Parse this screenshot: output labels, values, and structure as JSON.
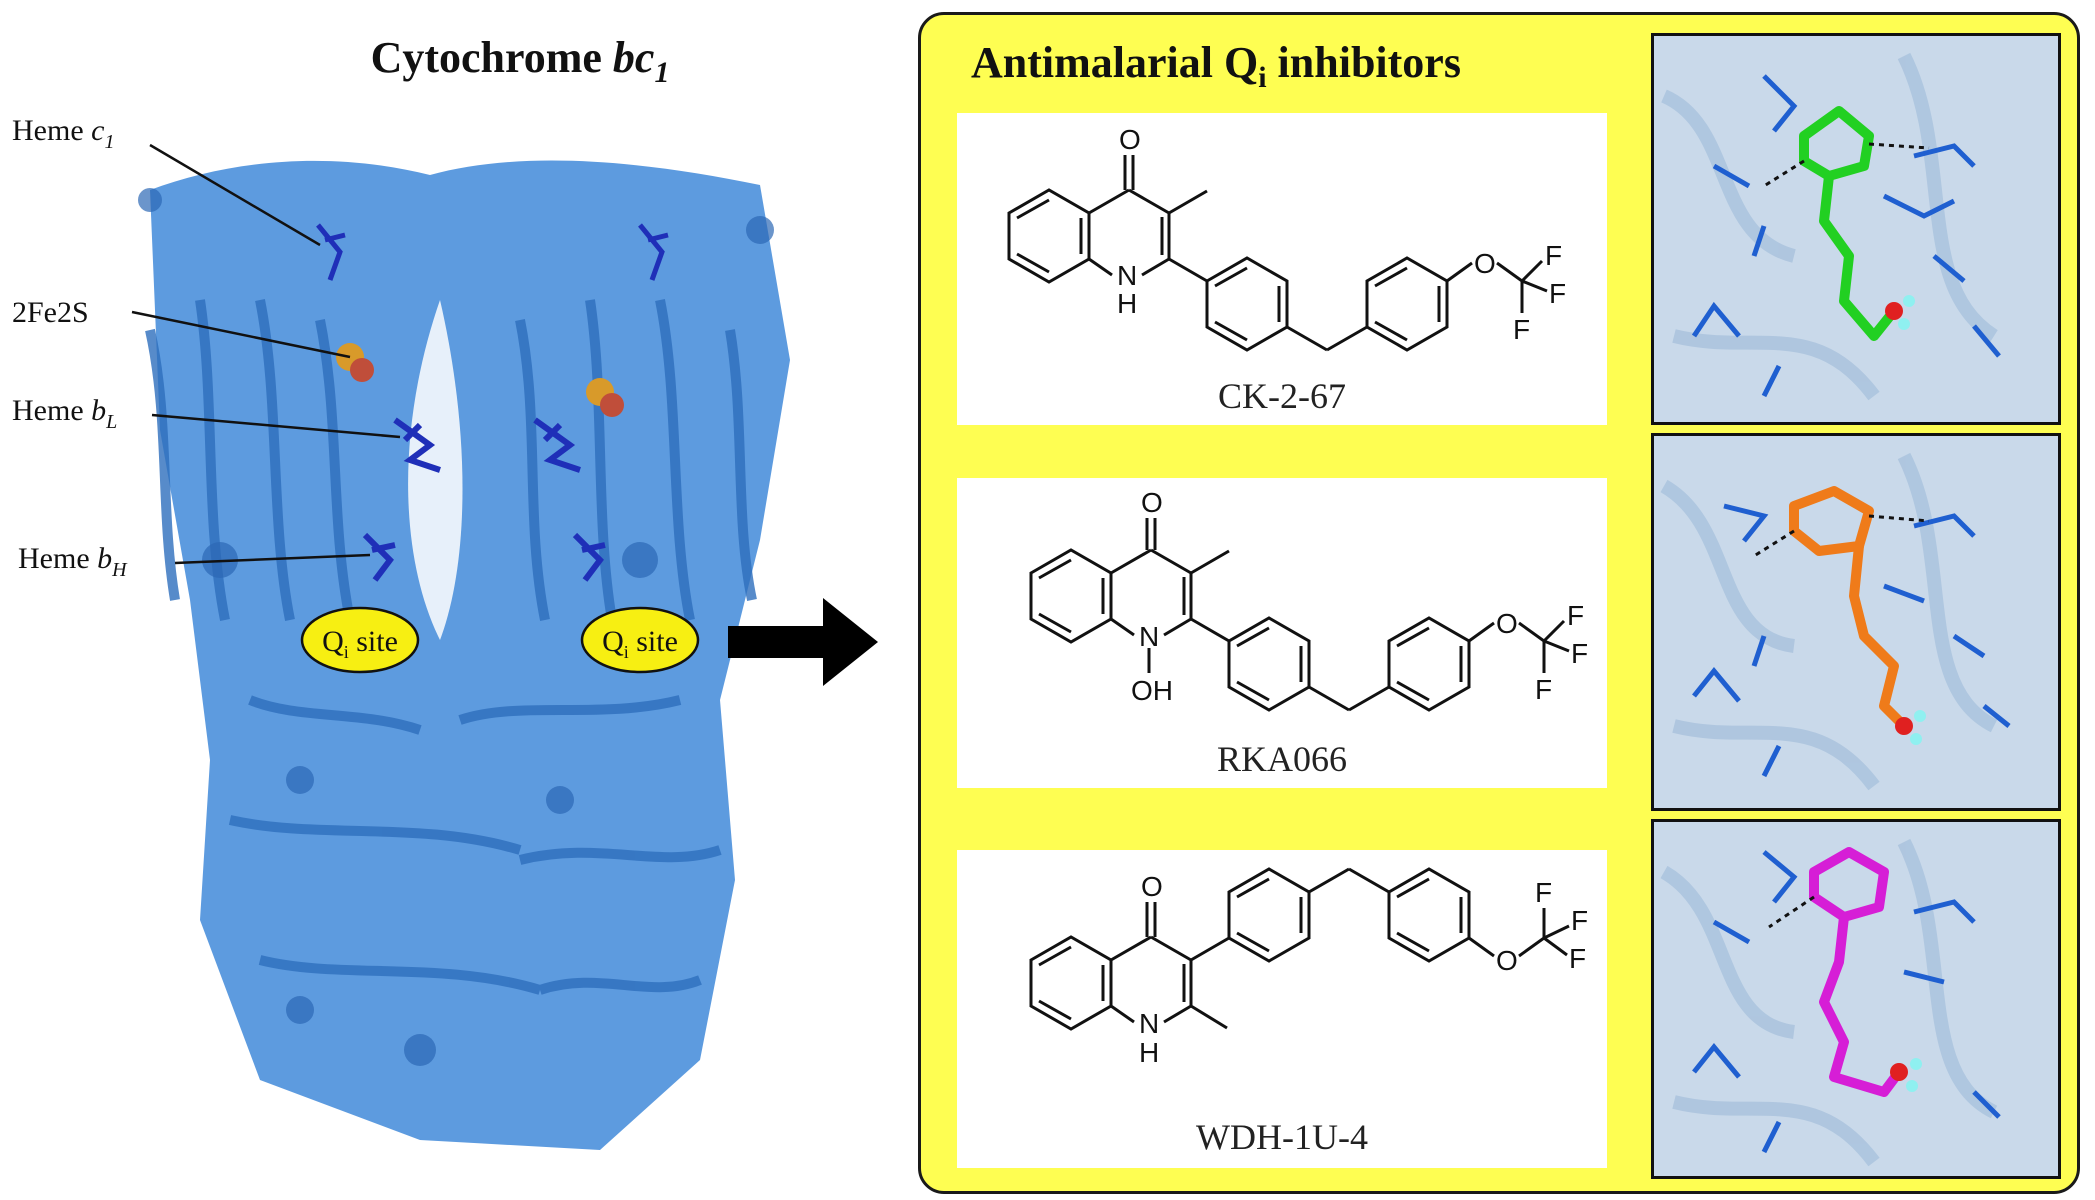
{
  "figure": {
    "title_main": "Cytochrome ",
    "title_italic": "bc",
    "title_sub": "1"
  },
  "left_labels": {
    "heme_c1": {
      "prefix": "Heme ",
      "italic": "c",
      "sub": "1"
    },
    "fe2s": "2Fe2S",
    "heme_bl": {
      "prefix": "Heme ",
      "italic": "b",
      "sub": "L"
    },
    "heme_bh": {
      "prefix": "Heme ",
      "italic": "b",
      "sub": "H"
    },
    "qi_site_left": {
      "q": "Q",
      "sub": "i",
      "rest": " site"
    },
    "qi_site_right": {
      "q": "Q",
      "sub": "i",
      "rest": " site"
    }
  },
  "panel": {
    "title_pre": "Antimalarial Q",
    "title_sub": "i",
    "title_post": " inhibitors"
  },
  "compounds": [
    {
      "name": "CK-2-67",
      "ligand_color": "#22d022"
    },
    {
      "name": "RKA066",
      "ligand_color": "#ef7b1a"
    },
    {
      "name": "WDH-1U-4",
      "ligand_color": "#d61ed6"
    }
  ],
  "atoms": {
    "O": "O",
    "N": "N",
    "H": "H",
    "F": "F",
    "OH": "OH"
  },
  "colors": {
    "protein": "#3f87d6",
    "panel_bg": "#fefe52",
    "qi_ellipse": "#f7ef12",
    "heme": "#1f2fb8"
  }
}
